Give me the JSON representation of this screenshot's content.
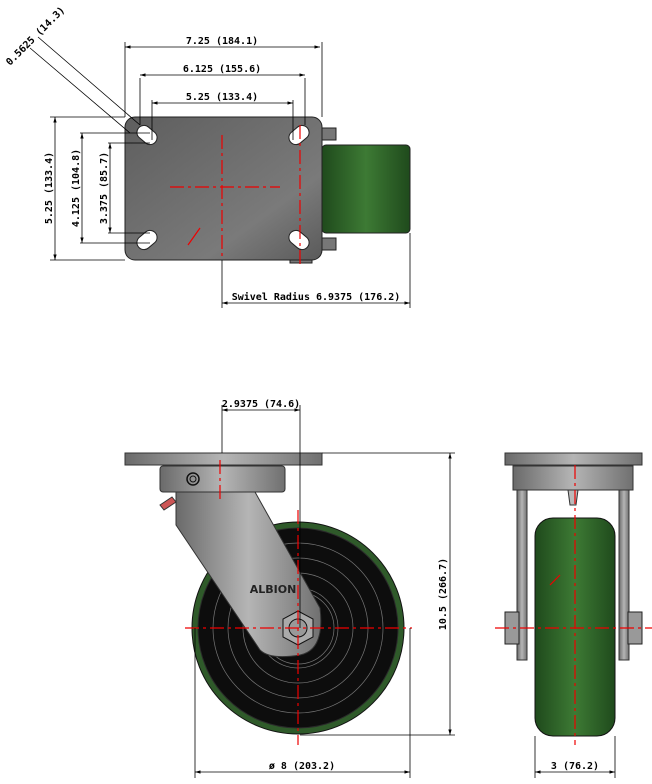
{
  "top_view": {
    "hole_dia": "0.5625 (14.3)",
    "plate_width": "7.25 (184.1)",
    "bolt_outer_width": "6.125 (155.6)",
    "bolt_inner_width": "5.25 (133.4)",
    "plate_length": "5.25 (133.4)",
    "bolt_outer_length": "4.125 (104.8)",
    "bolt_inner_length": "3.375 (85.7)",
    "swivel_radius": "Swivel Radius 6.9375 (176.2)"
  },
  "side_view": {
    "offset": "2.9375 (74.6)",
    "overall_height": "10.5 (266.7)",
    "wheel_diameter": "ø 8 (203.2)",
    "brand": "ALBION"
  },
  "front_view": {
    "wheel_width": "3 (76.2)"
  },
  "colors": {
    "plate": "#6e6e6e",
    "tread": "#2f5a2a",
    "hub": "#111111",
    "centerline": "#ee0000"
  }
}
